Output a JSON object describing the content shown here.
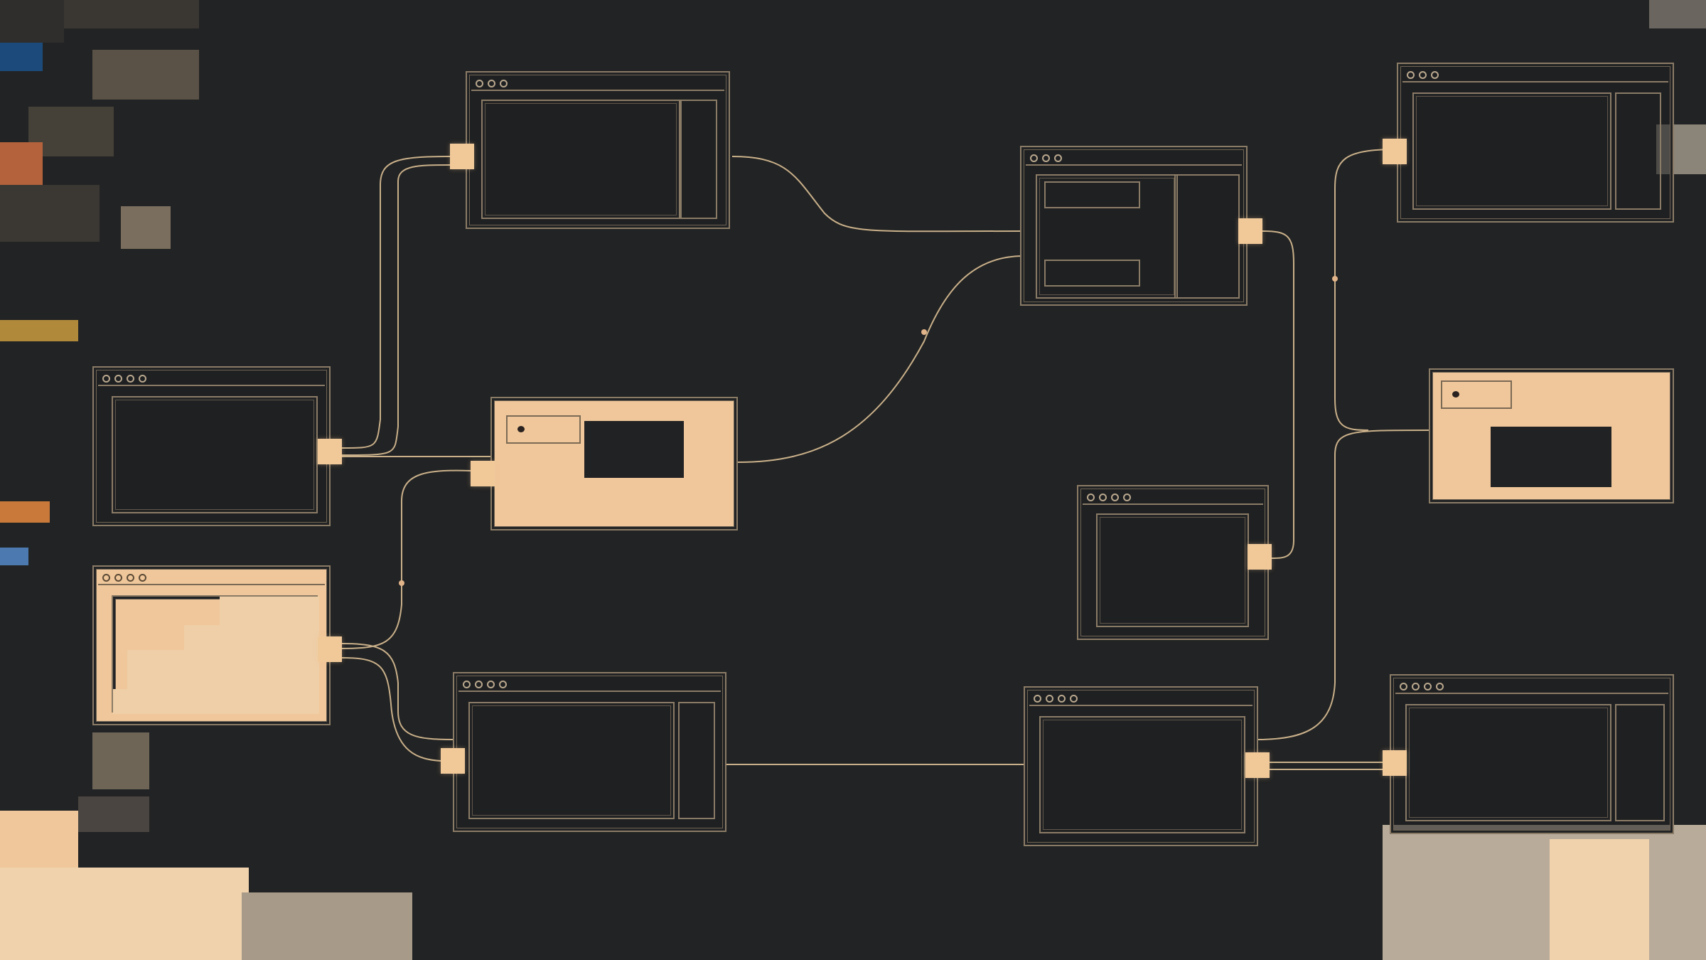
{
  "colors": {
    "background": "#222324",
    "wire": "#c9b08a",
    "port": "#f1c999",
    "frame": "#8a7b66",
    "lit_fill": "#f0c79a"
  },
  "nodes": [
    {
      "id": "node-top-left",
      "dots": 3,
      "lit": false
    },
    {
      "id": "node-top-center",
      "dots": 3,
      "lit": false
    },
    {
      "id": "node-top-right",
      "dots": 3,
      "lit": false
    },
    {
      "id": "node-left-upper",
      "dots": 4,
      "lit": false
    },
    {
      "id": "node-left-lower",
      "dots": 4,
      "lit": true
    },
    {
      "id": "node-center",
      "dots": 0,
      "lit": true
    },
    {
      "id": "node-bottom-center-left",
      "dots": 4,
      "lit": false
    },
    {
      "id": "node-right-middle",
      "dots": 4,
      "lit": false
    },
    {
      "id": "node-bottom-center-right",
      "dots": 4,
      "lit": false
    },
    {
      "id": "node-right-lit",
      "dots": 0,
      "lit": true
    },
    {
      "id": "node-bottom-right",
      "dots": 4,
      "lit": false
    }
  ],
  "icons": [
    "window-icon",
    "port-handle-icon",
    "connector-wire-icon"
  ]
}
